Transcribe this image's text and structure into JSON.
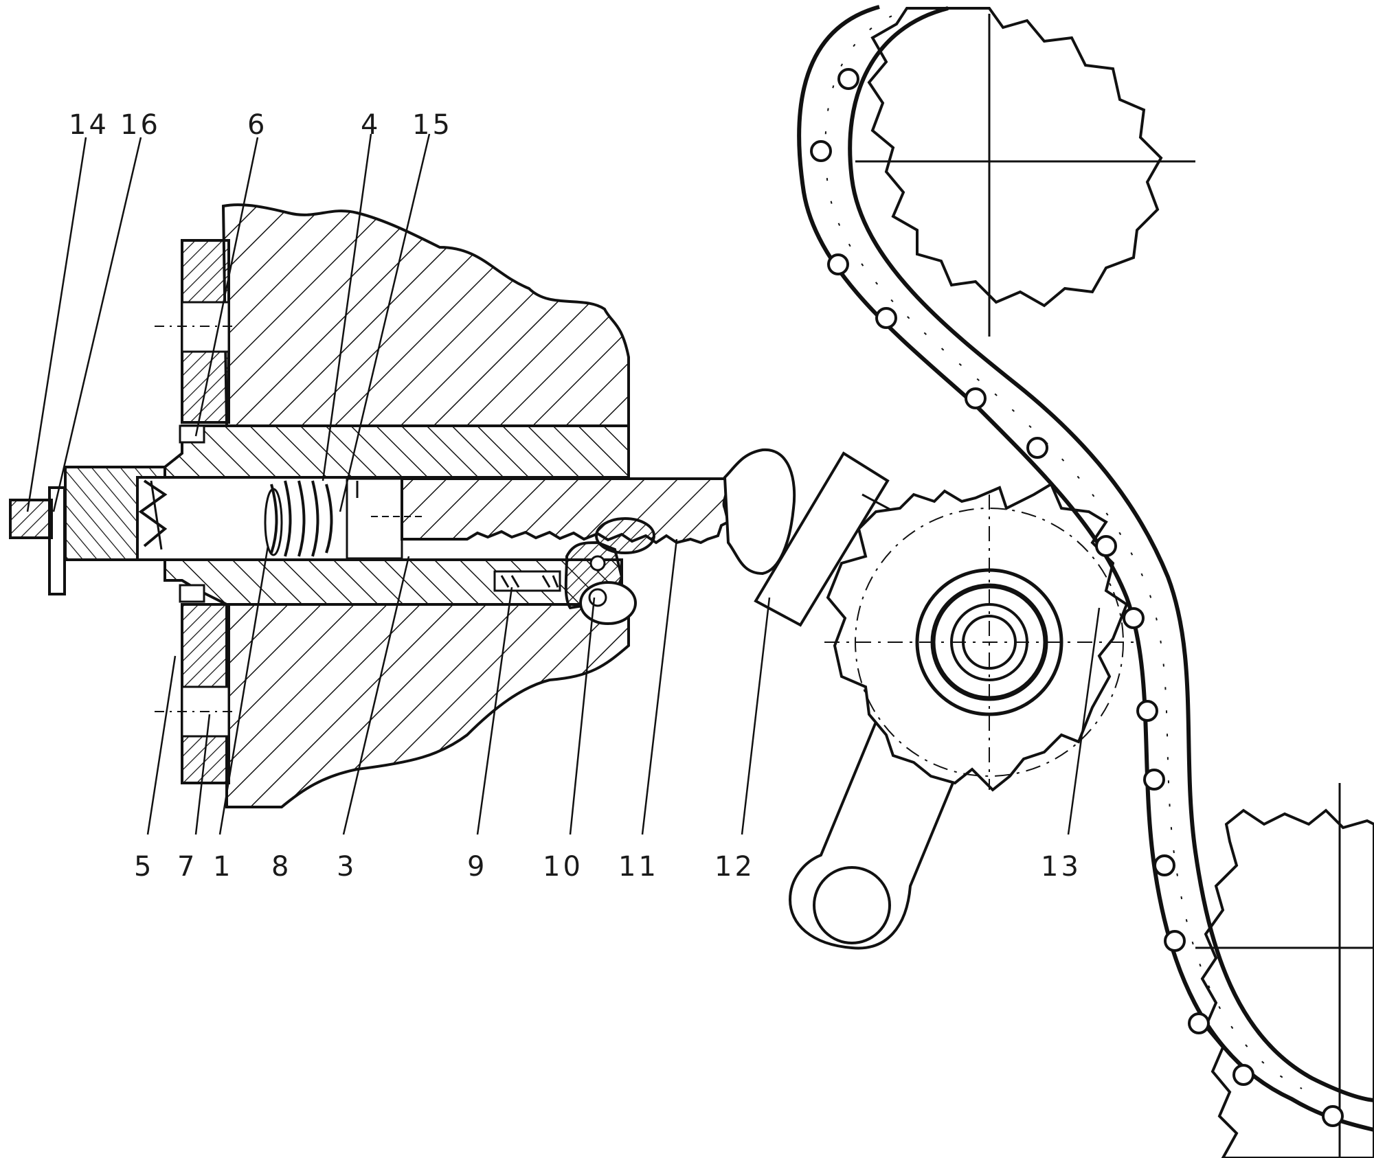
{
  "figure": {
    "labels": [
      {
        "id": "14",
        "text": "14"
      },
      {
        "id": "16",
        "text": "16"
      },
      {
        "id": "6",
        "text": "6"
      },
      {
        "id": "4",
        "text": "4"
      },
      {
        "id": "15",
        "text": "15"
      },
      {
        "id": "5",
        "text": "5"
      },
      {
        "id": "7",
        "text": "7"
      },
      {
        "id": "1",
        "text": "1"
      },
      {
        "id": "8",
        "text": "8"
      },
      {
        "id": "3",
        "text": "3"
      },
      {
        "id": "9",
        "text": "9"
      },
      {
        "id": "10",
        "text": "10"
      },
      {
        "id": "11",
        "text": "11"
      },
      {
        "id": "12",
        "text": "12"
      },
      {
        "id": "13",
        "text": "13"
      }
    ]
  },
  "colors": {
    "ink": "#111111",
    "paper": "#ffffff"
  }
}
